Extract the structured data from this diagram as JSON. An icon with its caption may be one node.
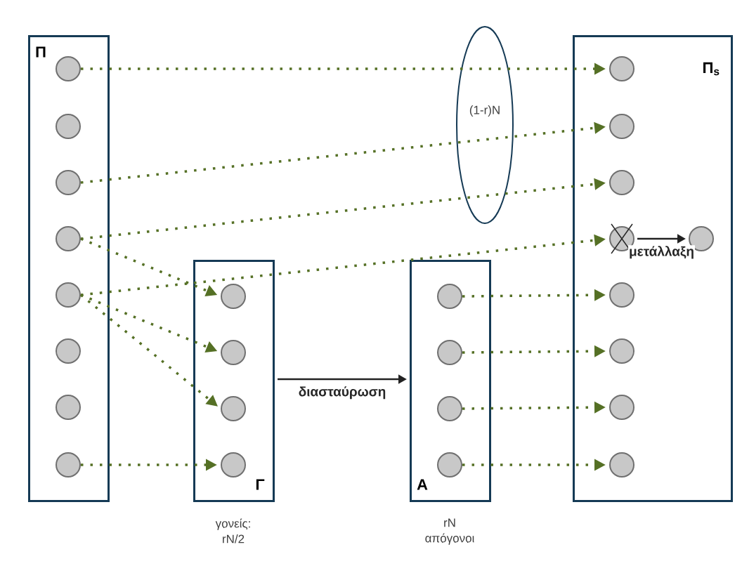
{
  "diagram": {
    "nodes": [
      {
        "text": [
          "Π"
        ]
      },
      {
        "text": [],
        "shape": "circle",
        "in": 0
      },
      {
        "text": [],
        "shape": "circle",
        "in": 0
      },
      {
        "text": [],
        "shape": "circle",
        "in": 0
      },
      {
        "text": [],
        "shape": "circle",
        "in": 0
      },
      {
        "text": [],
        "shape": "circle",
        "in": 0
      },
      {
        "text": [],
        "shape": "circle",
        "in": 0
      },
      {
        "text": [],
        "shape": "circle",
        "in": 0
      },
      {
        "text": [],
        "shape": "circle",
        "in": 0
      },
      {
        "text": [
          "Γ"
        ],
        "beside": [
          "γονείς: rN/2"
        ]
      },
      {
        "text": [],
        "shape": "circle",
        "in": 9
      },
      {
        "text": [],
        "shape": "circle",
        "in": 9
      },
      {
        "text": [],
        "shape": "circle",
        "in": 9
      },
      {
        "text": [],
        "shape": "circle",
        "in": 9
      },
      {
        "text": [
          "Α"
        ],
        "beside": [
          "rN απόγονοι"
        ]
      },
      {
        "text": [],
        "shape": "circle",
        "in": 14
      },
      {
        "text": [],
        "shape": "circle",
        "in": 14
      },
      {
        "text": [],
        "shape": "circle",
        "in": 14
      },
      {
        "text": [],
        "shape": "circle",
        "in": 14
      },
      {
        "text": [
          "Π$_{s}$"
        ]
      },
      {
        "text": [],
        "shape": "circle",
        "in": 19
      },
      {
        "text": [],
        "shape": "circle",
        "in": 19
      },
      {
        "text": [],
        "shape": "circle",
        "in": 19
      },
      {
        "text": [],
        "shape": "circle",
        "in": 19
      },
      {
        "text": [],
        "shape": "circle",
        "in": 19
      },
      {
        "text": [],
        "shape": "circle",
        "in": 19
      },
      {
        "text": [],
        "shape": "circle",
        "in": 19
      },
      {
        "text": [],
        "shape": "circle",
        "in": 19
      },
      {
        "text": [],
        "shape": "circle",
        "in": 19
      }
    ],
    "labels": [
      "(1-r)N"
    ],
    "edges": [
      {
        "from": 1,
        "to": 20,
        "arrow": "to",
        "style": "dashed"
      },
      {
        "from": 3,
        "to": 21,
        "arrow": "to",
        "style": "dashed"
      },
      {
        "from": 4,
        "to": 22,
        "arrow": "to",
        "style": "dashed"
      },
      {
        "from": 5,
        "to": 23,
        "arrow": "to",
        "style": "dashed"
      },
      {
        "from": 4,
        "to": 10,
        "arrow": "to",
        "style": "dashed"
      },
      {
        "from": 5,
        "to": 11,
        "arrow": "to",
        "style": "dashed"
      },
      {
        "from": 5,
        "to": 12,
        "arrow": "to",
        "style": "dashed"
      },
      {
        "from": 8,
        "to": 13,
        "arrow": "to",
        "style": "dashed"
      },
      {
        "from": 15,
        "to": 24,
        "arrow": "to",
        "style": "dashed"
      },
      {
        "from": 16,
        "to": 25,
        "arrow": "to",
        "style": "dashed"
      },
      {
        "from": 17,
        "to": 26,
        "arrow": "to",
        "style": "dashed"
      },
      {
        "from": 18,
        "to": 27,
        "arrow": "to",
        "style": "dashed"
      },
      {
        "from": 9,
        "to": 14,
        "arrow": "to",
        "label": "διασταύρωση",
        "color": "#222222"
      },
      {
        "from": 23,
        "to": 28,
        "arrow": "to",
        "label": "μετάλλαξη",
        "color": "#222222"
      }
    ]
  }
}
